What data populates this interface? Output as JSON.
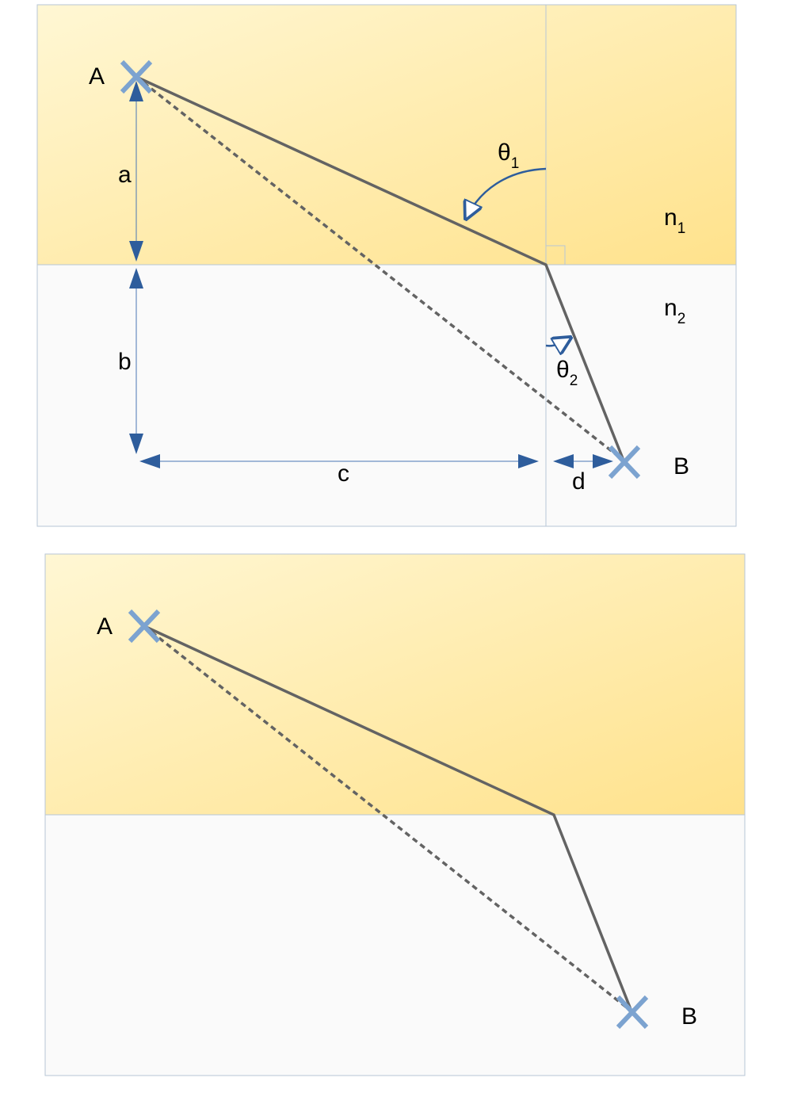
{
  "diagram_top": {
    "point_a_label": "A",
    "point_b_label": "B",
    "dimension_labels": {
      "a": "a",
      "b": "b",
      "c": "c",
      "d": "d"
    },
    "angle_1": {
      "symbol": "θ",
      "subscript": "1"
    },
    "angle_2": {
      "symbol": "θ",
      "subscript": "2"
    },
    "medium_1": {
      "symbol": "n",
      "subscript": "1"
    },
    "medium_2": {
      "symbol": "n",
      "subscript": "2"
    }
  },
  "diagram_bottom": {
    "point_a_label": "A",
    "point_b_label": "B"
  },
  "colors": {
    "medium_1_light": "#fff7d4",
    "medium_1_dark": "#ffe38f",
    "medium_2": "#fafafa",
    "border": "#b7c6d6",
    "ray": "#636363",
    "marker": "#7ca3d0",
    "arrow": "#2e5d9c"
  }
}
